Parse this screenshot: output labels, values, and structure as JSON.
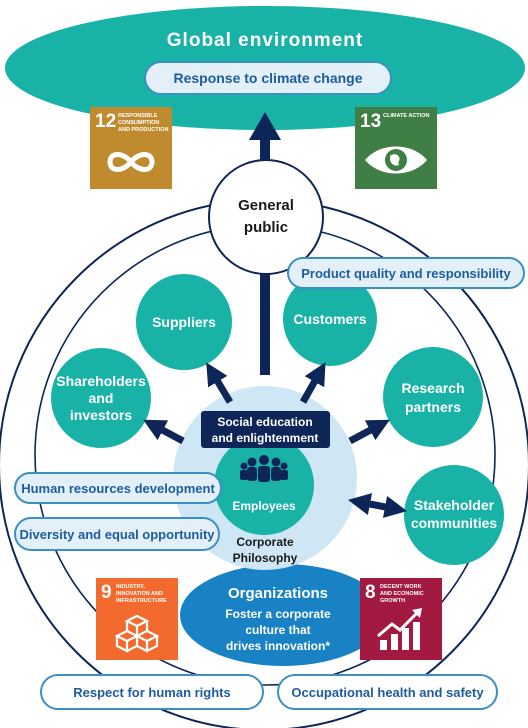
{
  "global": {
    "title": "Global environment",
    "climate": "Response to climate change"
  },
  "sdg12": {
    "number": "12",
    "label": "RESPONSIBLE CONSUMPTION AND PRODUCTION",
    "color": "#bf8b2e"
  },
  "sdg13": {
    "number": "13",
    "label": "CLIMATE ACTION",
    "color": "#3f7e44"
  },
  "sdg9": {
    "number": "9",
    "label": "INDUSTRY, INNOVATION AND INFRASTRUCTURE",
    "color": "#f26a2d"
  },
  "sdg8": {
    "number": "8",
    "label": "DECENT WORK AND ECONOMIC GROWTH",
    "color": "#a21942"
  },
  "public": {
    "line1": "General",
    "line2": "public"
  },
  "nodes": {
    "suppliers": "Suppliers",
    "customers": "Customers",
    "shareholders": [
      "Shareholders",
      "and",
      "investors"
    ],
    "research": [
      "Research",
      "partners"
    ],
    "stakeholder": [
      "Stakeholder",
      "communities"
    ]
  },
  "social": {
    "line1": "Social education",
    "line2": "and enlightenment"
  },
  "employees": "Employees",
  "philosophy": {
    "line1": "Corporate",
    "line2": "Philosophy"
  },
  "organizations": {
    "title": "Organizations",
    "line1": "Foster a corporate",
    "line2": "culture that",
    "line3": "drives innovation*"
  },
  "pills": {
    "product": "Product quality and responsibility",
    "hr": "Human resources development",
    "diversity": "Diversity and equal opportunity",
    "rights": "Respect for human rights",
    "safety": "Occupational health and safety"
  },
  "colors": {
    "teal": "#19b2a7",
    "navy": "#0d2557",
    "blue": "#1982c4",
    "light": "#cfe6f5",
    "pillBorder": "#3a8fc3"
  }
}
